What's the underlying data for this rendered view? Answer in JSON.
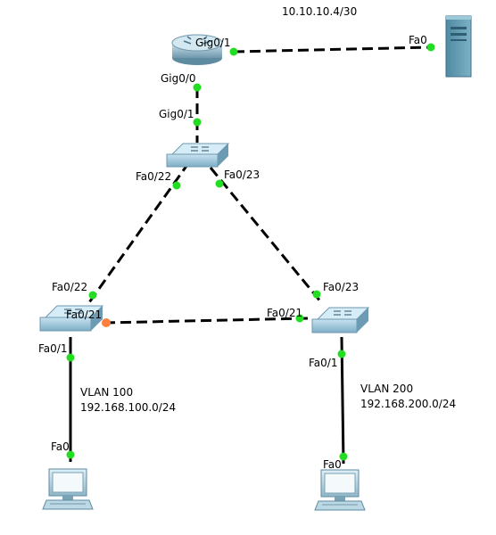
{
  "topology": {
    "wan_subnet": "10.10.10.4/30",
    "router": {
      "name": "router",
      "ports": {
        "to_server": "Gig0/1",
        "to_core": "Gig0/0"
      }
    },
    "server": {
      "name": "server",
      "port": "Fa0"
    },
    "core_switch": {
      "name": "core-switch",
      "ports": {
        "uplink": "Gig0/1",
        "to_left": "Fa0/22",
        "to_right": "Fa0/23"
      }
    },
    "left_switch": {
      "name": "left-switch",
      "ports": {
        "uplink": "Fa0/22",
        "trunk": "Fa0/21",
        "access": "Fa0/1"
      }
    },
    "right_switch": {
      "name": "right-switch",
      "ports": {
        "uplink": "Fa0/23",
        "trunk": "Fa0/21",
        "access": "Fa0/1"
      }
    },
    "pc_left": {
      "name": "pc-left",
      "port": "Fa0"
    },
    "pc_right": {
      "name": "pc-right",
      "port": "Fa0"
    },
    "vlans": [
      {
        "name": "VLAN 100",
        "subnet": "192.168.100.0/24"
      },
      {
        "name": "VLAN 200",
        "subnet": "192.168.200.0/24"
      }
    ]
  },
  "colors": {
    "link_up": "#22dd22",
    "link_blocked": "#ff7f3f",
    "switch_face": "#a9d3ea",
    "device_body": "#7aa6bd",
    "server_body": "#5c95ac"
  }
}
